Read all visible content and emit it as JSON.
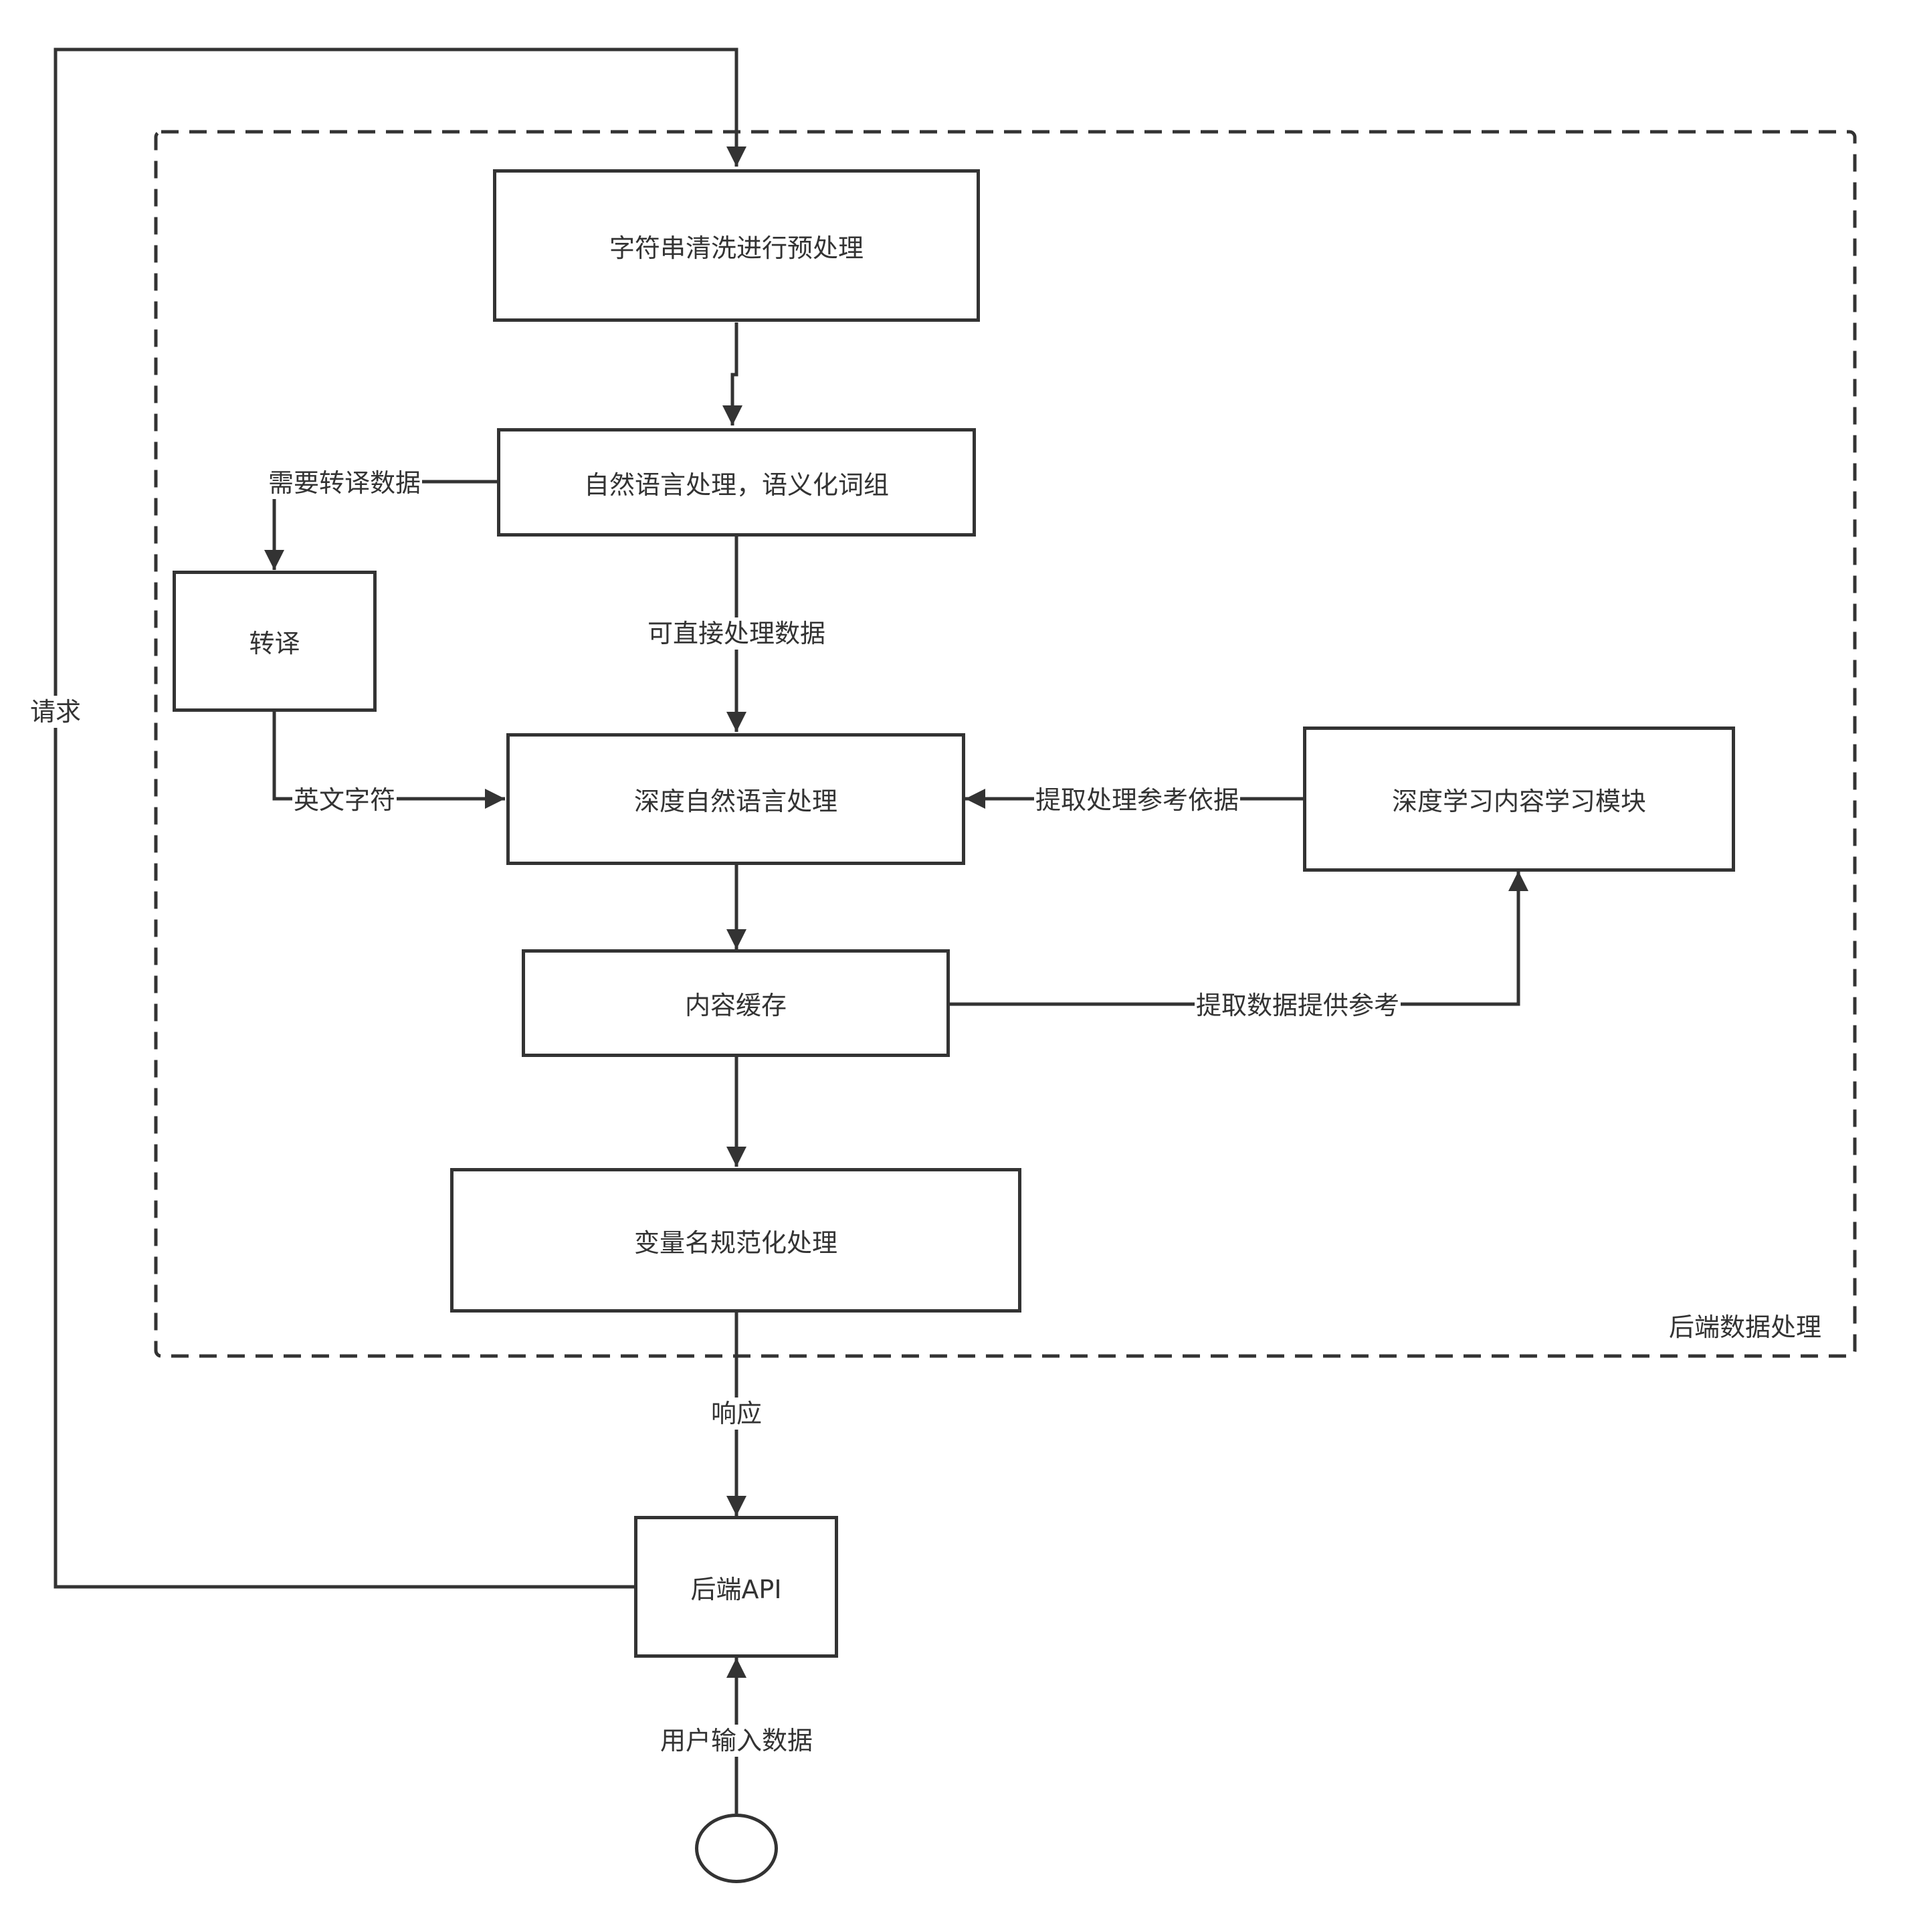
{
  "colors": {
    "stroke": "#333333",
    "background": "#ffffff"
  },
  "group": {
    "label": "后端数据处理"
  },
  "nodes": {
    "preprocess": "字符串清洗进行预处理",
    "nlp": "自然语言处理，语义化词组",
    "translate": "转译",
    "deep_nlp": "深度自然语言处理",
    "dl_module": "深度学习内容学习模块",
    "cache": "内容缓存",
    "normalize": "变量名规范化处理",
    "api": "后端API"
  },
  "edges": {
    "request": "请求",
    "need_translate": "需要转译数据",
    "direct": "可直接处理数据",
    "english": "英文字符",
    "extract_ref": "提取处理参考依据",
    "extract_data": "提取数据提供参考",
    "response": "响应",
    "user_input": "用户输入数据"
  }
}
